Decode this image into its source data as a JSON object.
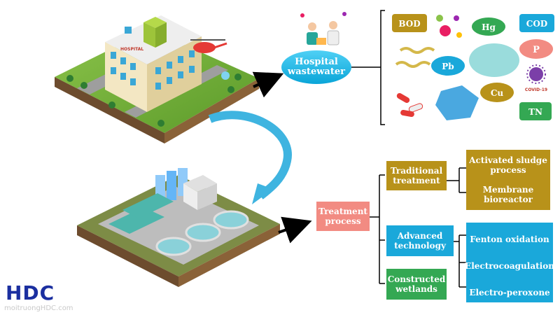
{
  "source": {
    "label": "Hospital\nwastewater"
  },
  "pollutants": {
    "bod": "BOD",
    "cod": "COD",
    "hg": "Hg",
    "p": "P",
    "pb": "Pb",
    "cu": "Cu",
    "tn": "TN",
    "covid_label": "COVID-19"
  },
  "hospital_sign": "HOSPITAL",
  "process": {
    "label": "Treatment\nprocess",
    "branches": [
      {
        "label": "Traditional\ntreatment",
        "methods": [
          "Activated sludge\nprocess",
          "Membrane\nbioreactor"
        ]
      },
      {
        "label": "Advanced\ntechnology",
        "methods": [
          "Fenton oxidation",
          "Electrocoagulation",
          "Electro-peroxone"
        ]
      },
      {
        "label": "Constructed\nwetlands",
        "methods": []
      }
    ]
  },
  "brand": {
    "logo": "HDC",
    "watermark": "moitruongHDC.com"
  },
  "colors": {
    "gold": "#b8921a",
    "cyan": "#1aa8da",
    "green": "#34a853",
    "salmon": "#f28b82",
    "arrow": "#3fb4e0"
  }
}
